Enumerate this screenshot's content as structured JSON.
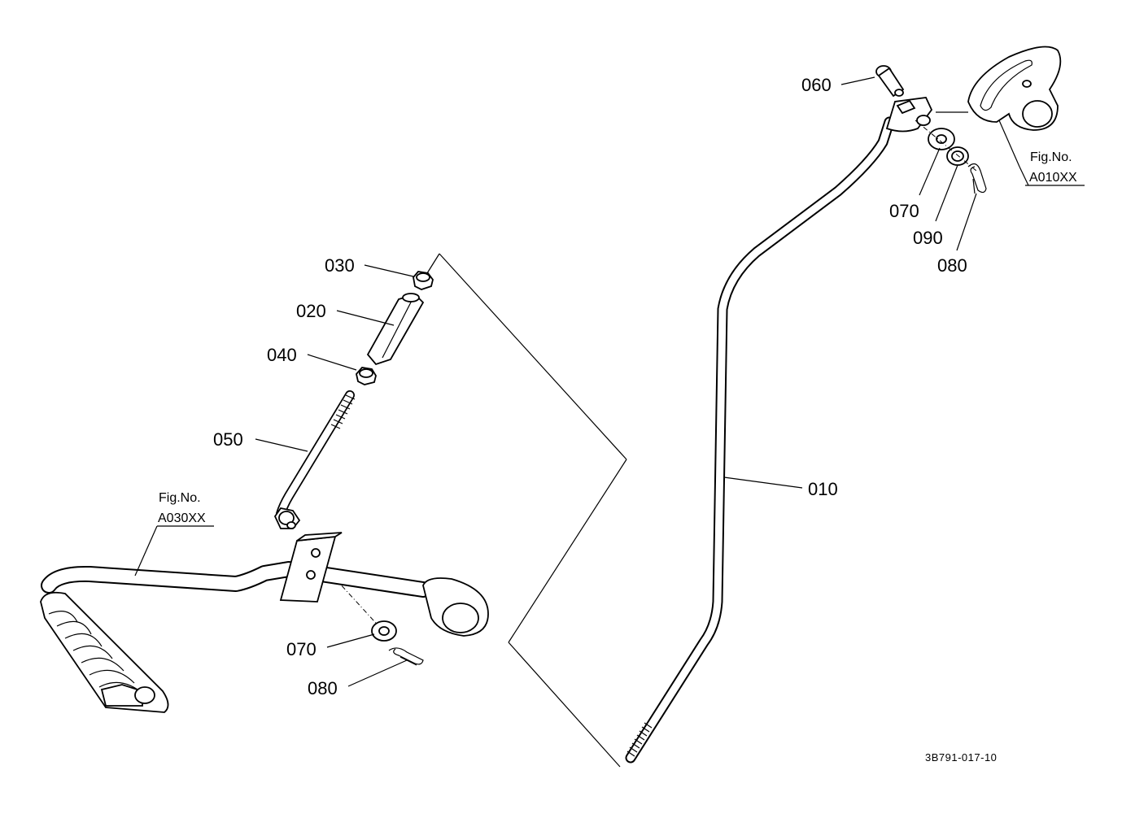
{
  "parts": {
    "p010": "010",
    "p020": "020",
    "p030": "030",
    "p040": "040",
    "p050": "050",
    "p060": "060",
    "p070_top": "070",
    "p070_bottom": "070",
    "p080_top": "080",
    "p080_bottom": "080",
    "p090": "090"
  },
  "refs": {
    "right_fig_label": "Fig.No.",
    "right_fig_number": "A010XX",
    "left_fig_label": "Fig.No.",
    "left_fig_number": "A030XX"
  },
  "drawing_code": "3B791-017-10"
}
